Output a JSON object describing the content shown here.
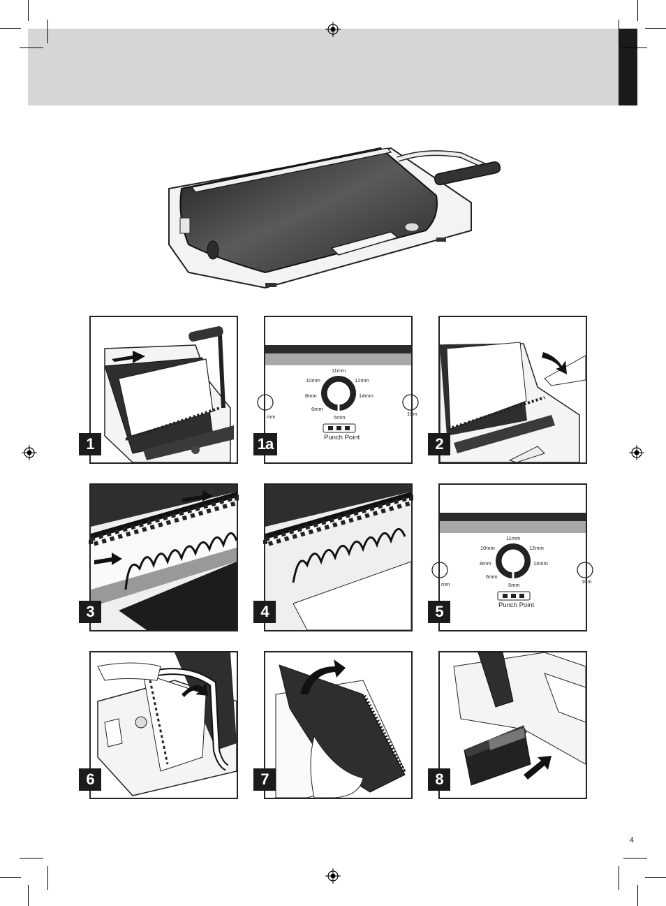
{
  "page_number": "4",
  "steps": [
    {
      "label": "1"
    },
    {
      "label": "1a"
    },
    {
      "label": "2"
    },
    {
      "label": "3"
    },
    {
      "label": "4"
    },
    {
      "label": "5"
    },
    {
      "label": "6"
    },
    {
      "label": "7"
    },
    {
      "label": "8"
    }
  ],
  "dial": {
    "labels": [
      "11mm",
      "10mm",
      "12mm",
      "8mm",
      "14mm",
      "6mm",
      "5mm"
    ],
    "side_left": "mm",
    "side_right": "10m",
    "punch_point": "Punch Point"
  },
  "colors": {
    "header_band": "#d6d6d6",
    "header_tab": "#1a1a1a",
    "badge": "#1b1b1b",
    "machine_dark": "#2e2e2e"
  }
}
